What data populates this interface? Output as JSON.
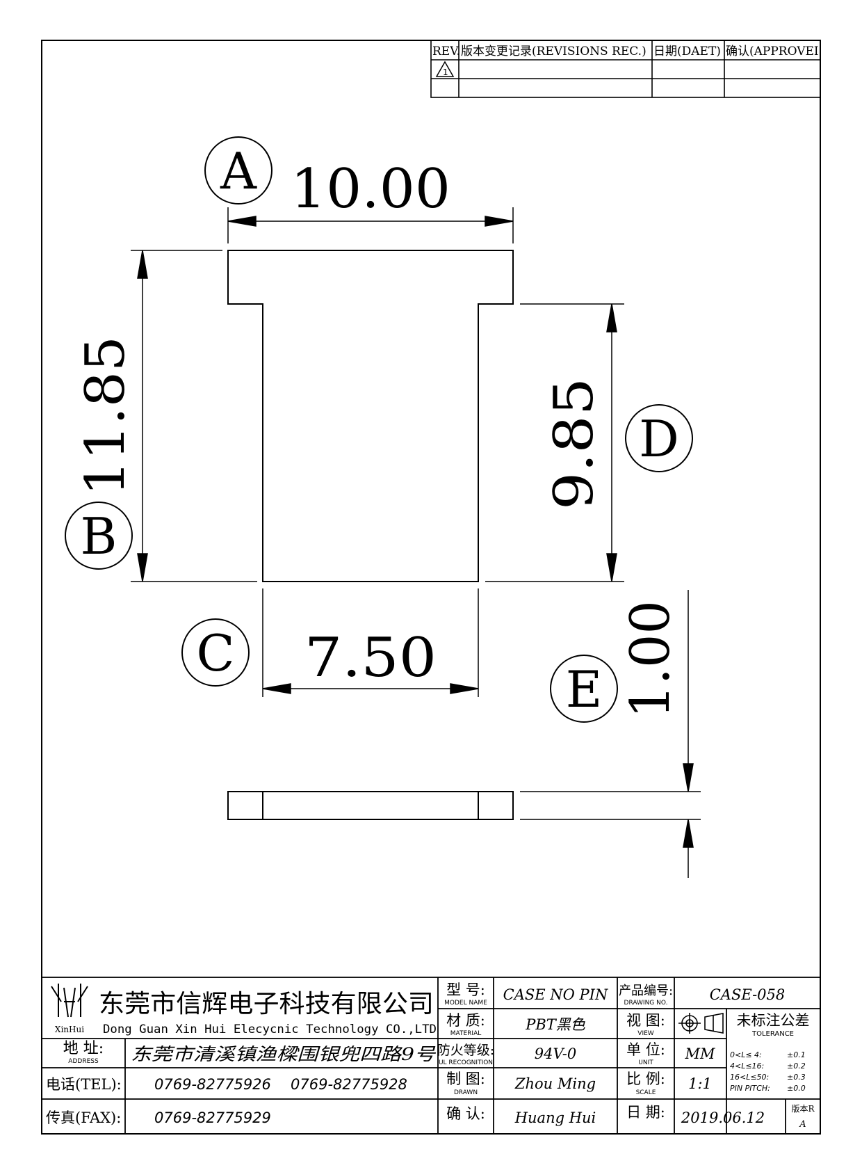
{
  "revision_table": {
    "headers": [
      "REV.",
      "版本变更记录(REVISIONS REC.)",
      "日期(DAET)",
      "确认(APPROVEI"
    ],
    "rev_symbol": "1"
  },
  "dimensions": {
    "A": {
      "label": "A",
      "value": "10.00"
    },
    "B": {
      "label": "B",
      "value": "11.85"
    },
    "C": {
      "label": "C",
      "value": "7.50"
    },
    "D": {
      "label": "D",
      "value": "9.85"
    },
    "E": {
      "label": "E",
      "value": "1.00"
    }
  },
  "title_block": {
    "company_cn": "东莞市信辉电子科技有限公司",
    "company_en": "Dong Guan Xin Hui Elecycnic Technology CO.,LTD",
    "logo_text": "XinHui",
    "address_label_cn": "地  址:",
    "address_label_en": "ADDRESS",
    "address_value": "东莞市清溪镇渔樑围银兜四路9号",
    "tel_label": "电话(TEL):",
    "tel_value1": "0769-82775926",
    "tel_value2": "0769-82775928",
    "fax_label": "传真(FAX):",
    "fax_value": "0769-82775929",
    "model_label_cn": "型  号:",
    "model_label_en": "MODEL NAME",
    "model_value": "CASE NO PIN",
    "material_label_cn": "材  质:",
    "material_label_en": "MATERIAL",
    "material_value": "PBT黑色",
    "fire_label_cn": "防火等级:",
    "fire_label_en": "UL RECOGNITION",
    "fire_value": "94V-0",
    "drawn_label_cn": "制  图:",
    "drawn_label_en": "DRAWN",
    "drawn_value": "Zhou Ming",
    "check_label_cn": "确  认:",
    "check_value": "Huang Hui",
    "drawing_no_label_cn": "产品编号:",
    "drawing_no_label_en": "DRAWING NO.",
    "drawing_no_value": "CASE-058",
    "view_label_cn": "视  图:",
    "view_label_en": "VIEW",
    "unit_label_cn": "单  位:",
    "unit_label_en": "UNIT",
    "unit_value": "MM",
    "scale_label_cn": "比  例:",
    "scale_label_en": "SCALE",
    "scale_value": "1:1",
    "date_label_cn": "日  期:",
    "date_value": "2019.06.12",
    "version_label": "版本R",
    "version_value": "A",
    "tolerance_title_cn": "未标注公差",
    "tolerance_title_en": "TOLERANCE",
    "tolerance_rows": [
      {
        "range": "0<L≤ 4:",
        "tol": "±0.1"
      },
      {
        "range": "4<L≤16:",
        "tol": "±0.2"
      },
      {
        "range": "16<L≤50:",
        "tol": "±0.3"
      },
      {
        "range": "PIN PITCH:",
        "tol": "±0.0"
      }
    ]
  }
}
